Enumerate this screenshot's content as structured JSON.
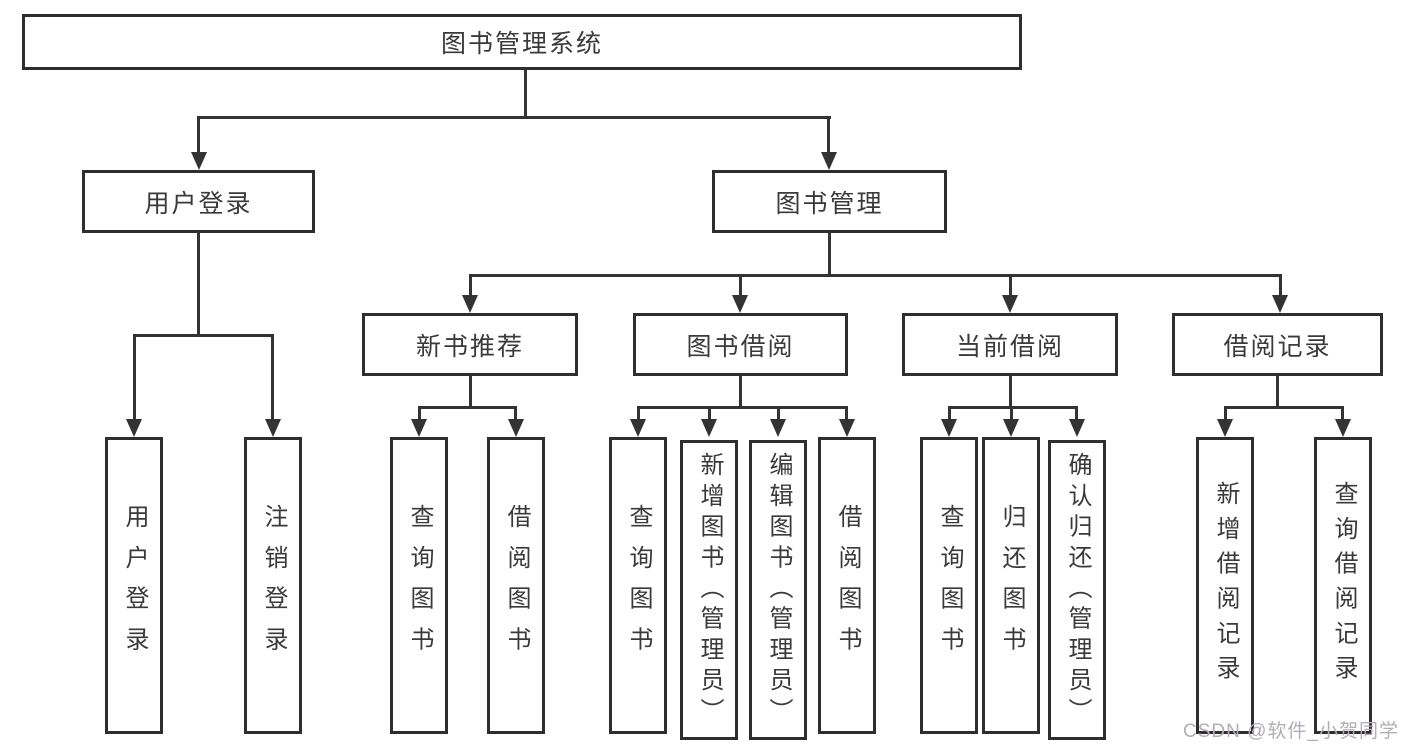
{
  "colors": {
    "line": "#333333",
    "border": "#2e2e2e",
    "text": "#3a3a3a",
    "watermark": "#b3adb8",
    "background": "#ffffff"
  },
  "watermark": "CSDN @软件_小贺同学",
  "tree": {
    "root": {
      "label": "图书管理系统"
    },
    "branches": [
      {
        "label": "用户登录",
        "leaves": [
          {
            "label": "用户登录"
          },
          {
            "label": "注销登录"
          }
        ]
      },
      {
        "label": "图书管理",
        "groups": [
          {
            "label": "新书推荐",
            "leaves": [
              {
                "label": "查询图书"
              },
              {
                "label": "借阅图书"
              }
            ]
          },
          {
            "label": "图书借阅",
            "leaves": [
              {
                "label": "查询图书"
              },
              {
                "label": "新增图书（管理员）"
              },
              {
                "label": "编辑图书（管理员）"
              },
              {
                "label": "借阅图书"
              }
            ]
          },
          {
            "label": "当前借阅",
            "leaves": [
              {
                "label": "查询图书"
              },
              {
                "label": "归还图书"
              },
              {
                "label": "确认归还（管理员）"
              }
            ]
          },
          {
            "label": "借阅记录",
            "leaves": [
              {
                "label": "新增借阅记录"
              },
              {
                "label": "查询借阅记录"
              }
            ]
          }
        ]
      }
    ]
  }
}
